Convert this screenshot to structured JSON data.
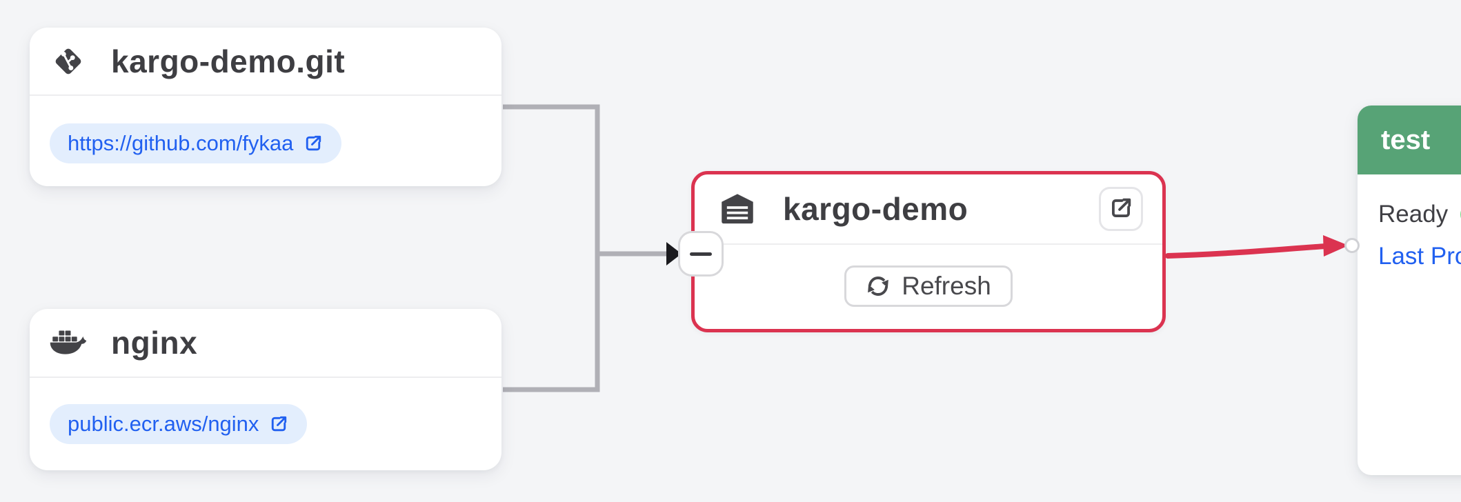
{
  "colors": {
    "background": "#f4f5f7",
    "edge_gray": "#b0b0b6",
    "edge_red": "#db3350",
    "arrow_black": "#1a1a1e",
    "stage_header_green": "#57a376",
    "ready_dot_green": "#70da83",
    "link_blue": "#2160f0",
    "pill_background": "#e3eefd",
    "title_text": "#3e3e42",
    "divider": "#ededef",
    "button_border": "#d8d8db"
  },
  "repo_cards": [
    {
      "title": "kargo-demo.git",
      "icon": "git-icon",
      "link_label": "https://github.com/fykaa"
    },
    {
      "title": "nginx",
      "icon": "docker-icon",
      "link_label": "public.ecr.aws/nginx"
    }
  ],
  "warehouse_node": {
    "title": "kargo-demo",
    "icon": "warehouse-icon",
    "refresh_button": {
      "label": "Refresh",
      "icon": "sync-icon"
    },
    "open_button_icon": "external-link-icon",
    "collapse_button_icon": "minus-icon"
  },
  "stage_node": {
    "title": "test",
    "status": {
      "label": "Ready",
      "indicator": "green-dot"
    },
    "last_promotion_label": "Last Promotion"
  }
}
